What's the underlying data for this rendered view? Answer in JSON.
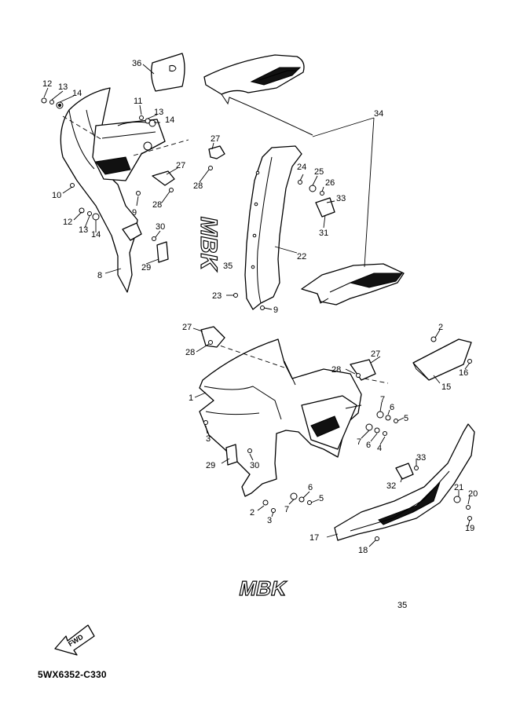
{
  "diagram_code": "5WX6352-C330",
  "fwd_label": "FWD",
  "brand_label": "MBK",
  "callouts": [
    {
      "id": "c36a",
      "text": "36"
    },
    {
      "id": "c12a",
      "text": "12"
    },
    {
      "id": "c13a",
      "text": "13"
    },
    {
      "id": "c14a",
      "text": "14"
    },
    {
      "id": "c11",
      "text": "11"
    },
    {
      "id": "c13b",
      "text": "13"
    },
    {
      "id": "c14b",
      "text": "14"
    },
    {
      "id": "c27a",
      "text": "27"
    },
    {
      "id": "c27b",
      "text": "27"
    },
    {
      "id": "c28a",
      "text": "28"
    },
    {
      "id": "c10",
      "text": "10"
    },
    {
      "id": "c9a",
      "text": "9"
    },
    {
      "id": "c28b",
      "text": "28"
    },
    {
      "id": "c12b",
      "text": "12"
    },
    {
      "id": "c13c",
      "text": "13"
    },
    {
      "id": "c14c",
      "text": "14"
    },
    {
      "id": "c30a",
      "text": "30"
    },
    {
      "id": "c29a",
      "text": "29"
    },
    {
      "id": "c8",
      "text": "8"
    },
    {
      "id": "c34",
      "text": "34"
    },
    {
      "id": "c24",
      "text": "24"
    },
    {
      "id": "c25",
      "text": "25"
    },
    {
      "id": "c26",
      "text": "26"
    },
    {
      "id": "c33a",
      "text": "33"
    },
    {
      "id": "c31",
      "text": "31"
    },
    {
      "id": "c22",
      "text": "22"
    },
    {
      "id": "c35a",
      "text": "35"
    },
    {
      "id": "c23",
      "text": "23"
    },
    {
      "id": "c9b",
      "text": "9"
    },
    {
      "id": "c27c",
      "text": "27"
    },
    {
      "id": "c28c",
      "text": "28"
    },
    {
      "id": "c27d",
      "text": "27"
    },
    {
      "id": "c28d",
      "text": "28"
    },
    {
      "id": "c2a",
      "text": "2"
    },
    {
      "id": "c16",
      "text": "16"
    },
    {
      "id": "c15",
      "text": "15"
    },
    {
      "id": "c1",
      "text": "1"
    },
    {
      "id": "c7a",
      "text": "7"
    },
    {
      "id": "c6a",
      "text": "6"
    },
    {
      "id": "c5a",
      "text": "5"
    },
    {
      "id": "c7b",
      "text": "7"
    },
    {
      "id": "c6b",
      "text": "6"
    },
    {
      "id": "c4",
      "text": "4"
    },
    {
      "id": "c3a",
      "text": "3"
    },
    {
      "id": "c29b",
      "text": "29"
    },
    {
      "id": "c30b",
      "text": "30"
    },
    {
      "id": "c33b",
      "text": "33"
    },
    {
      "id": "c32",
      "text": "32"
    },
    {
      "id": "c6c",
      "text": "6"
    },
    {
      "id": "c5b",
      "text": "5"
    },
    {
      "id": "c7c",
      "text": "7"
    },
    {
      "id": "c2b",
      "text": "2"
    },
    {
      "id": "c3b",
      "text": "3"
    },
    {
      "id": "c21",
      "text": "21"
    },
    {
      "id": "c20",
      "text": "20"
    },
    {
      "id": "c19",
      "text": "19"
    },
    {
      "id": "c17",
      "text": "17"
    },
    {
      "id": "c18",
      "text": "18"
    },
    {
      "id": "c35b",
      "text": "35"
    }
  ]
}
